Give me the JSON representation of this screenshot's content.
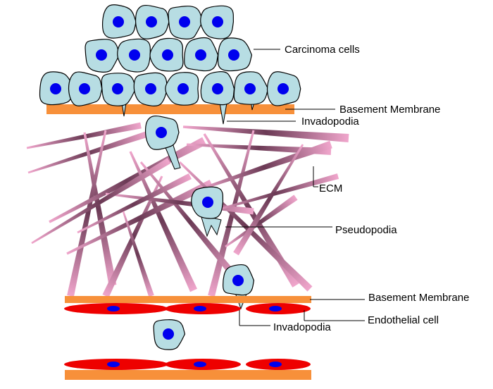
{
  "labels": {
    "carcinoma_cells": "Carcinoma cells",
    "basement_membrane_top": "Basement Membrane",
    "invadopodia_top": "Invadopodia",
    "ecm": "ECM",
    "pseudopodia": "Pseudopodia",
    "basement_membrane_bottom": "Basement Membrane",
    "endothelial_cell": "Endothelial cell",
    "invadopodia_bottom": "Invadopodia"
  },
  "colors": {
    "cell_fill": "#b7dde3",
    "nucleus": "#0000ee",
    "membrane": "#f7903a",
    "endothelial": "#ee0000",
    "fiber_dark": "#6b3a55",
    "fiber_light": "#f0a6cc",
    "leader_line": "#000000"
  }
}
